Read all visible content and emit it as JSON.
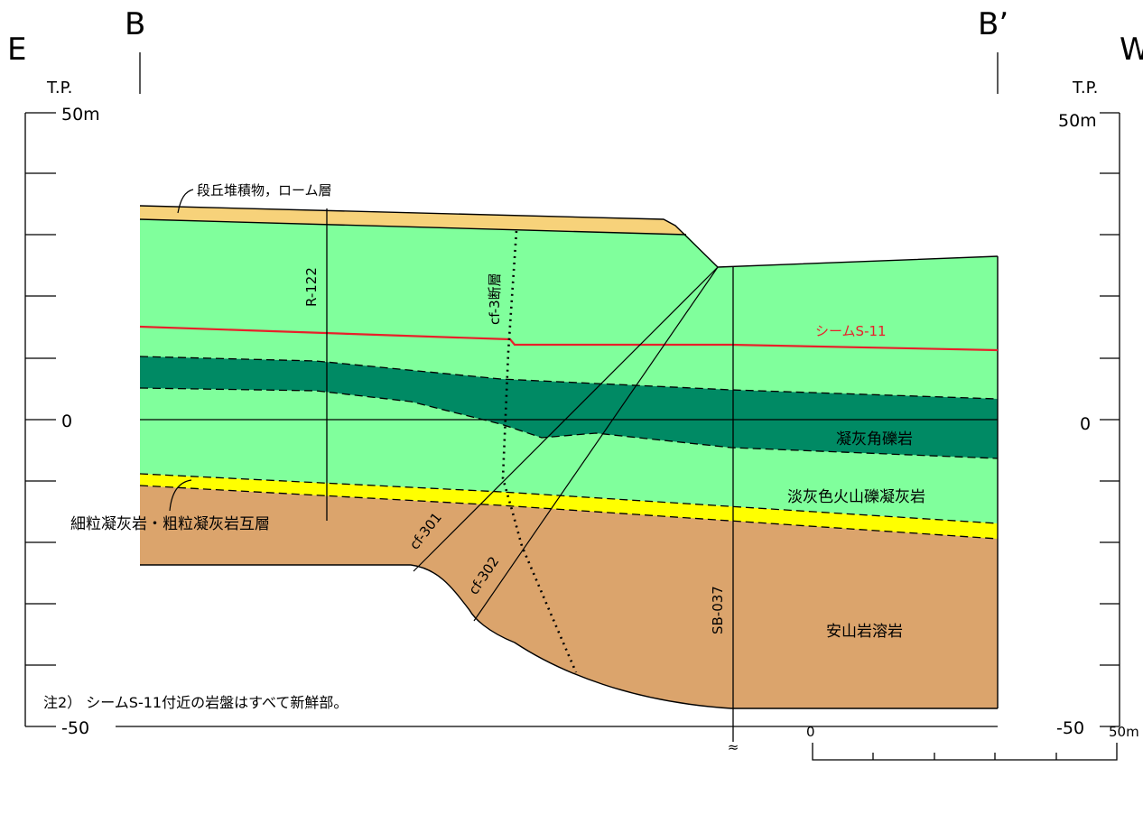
{
  "section": {
    "start_label": "B",
    "end_label": "B’",
    "left_direction": "E",
    "right_direction": "W",
    "left_axis": {
      "datum": "T.P.",
      "top": "50m",
      "zero": "0",
      "bottom": "-50"
    },
    "right_axis": {
      "datum": "T.P.",
      "top": "50m",
      "zero": "0",
      "bottom": "-50"
    }
  },
  "units": [
    {
      "label": "段丘堆積物，ローム層",
      "color": "#f7d27a"
    },
    {
      "label": "凝灰角礫岩",
      "color": "#008a64"
    },
    {
      "label": "淡灰色火山礫凝灰岩",
      "color": "#80ff9c"
    },
    {
      "label": "細粒凝灰岩・粗粒凝灰岩互層",
      "color": "#ffff00"
    },
    {
      "label": "安山岩溶岩",
      "color": "#dba46c"
    }
  ],
  "seam": {
    "label": "シームS-11",
    "color": "#e8202a"
  },
  "faults": {
    "main": "cf-3断層",
    "minor": [
      "cf-301",
      "cf-302"
    ]
  },
  "boreholes": [
    "R-122",
    "SB-037"
  ],
  "note": "注2） シームS-11付近の岩盤はすべて新鮮部。",
  "scale_bar": {
    "start": "0",
    "end": "50m"
  }
}
